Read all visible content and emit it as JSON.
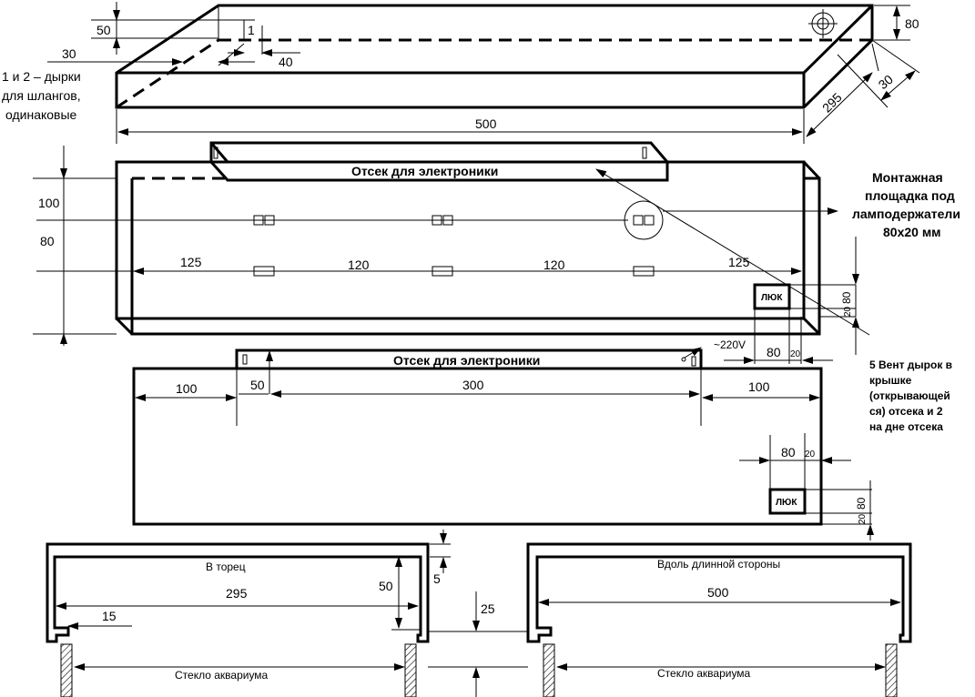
{
  "top_view": {
    "dims": {
      "d50": "50",
      "d1": "1",
      "d30": "30",
      "d40": "40",
      "d80": "80",
      "d30b": "30",
      "d295": "295",
      "d500": "500"
    },
    "note": [
      "1 и 2 – дырки",
      "для шлангов,",
      "одинаковые"
    ]
  },
  "front_view": {
    "compartment_label": "Отсек для электроники",
    "dims": {
      "d100": "100",
      "d80": "80",
      "d125a": "125",
      "d120a": "120",
      "d120b": "120",
      "d125b": "125",
      "hatch80": "80",
      "hatch20": "20",
      "w80": "80",
      "w20": "20"
    },
    "hatch_label": "ЛЮК",
    "mount_note": [
      "Монтажная",
      "площадка под",
      "ламподержатели",
      "80x20 мм"
    ],
    "vent_note": [
      "5 Вент дырок в",
      "крышке",
      "(открывающей",
      "ся) отсека и 2",
      "на дне отсека"
    ]
  },
  "lid_view": {
    "compartment_label": "Отсек для электроники",
    "power_label": "~220V",
    "dims": {
      "d100a": "100",
      "d50": "50",
      "d300": "300",
      "d100b": "100",
      "w80": "80",
      "w20": "20",
      "h80": "80",
      "h20": "20"
    },
    "hatch_label": "ЛЮК"
  },
  "profile_end": {
    "title": "В торец",
    "d295": "295",
    "d15": "15",
    "d50": "50",
    "d5": "5",
    "d25": "25",
    "glass": "Стекло аквариума"
  },
  "profile_long": {
    "title": "Вдоль длинной стороны",
    "d500": "500",
    "glass": "Стекло аквариума"
  }
}
